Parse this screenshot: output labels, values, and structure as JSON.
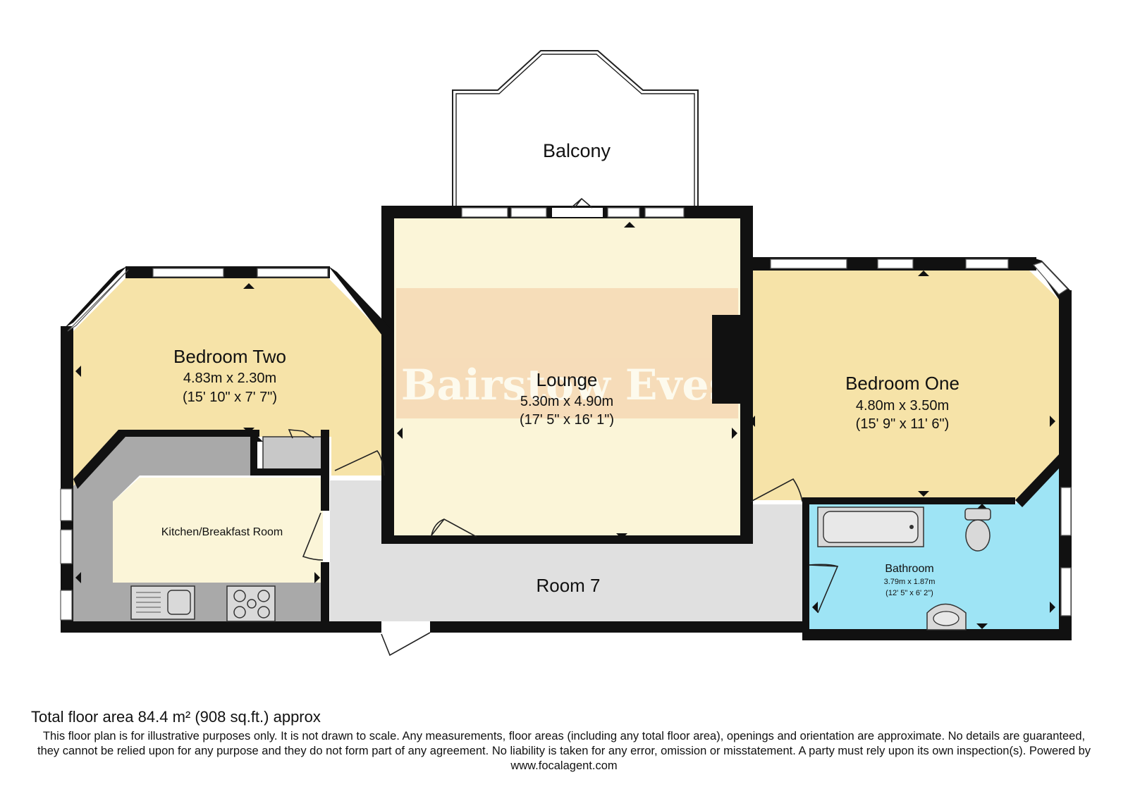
{
  "colors": {
    "wall": "#111111",
    "bedroom_fill": "#f6e3a8",
    "lounge_fill": "#fbf5d8",
    "kitchen_fill": "#fbf5d8",
    "worktop_fill": "#a9a9a9",
    "hall_fill": "#e0e0e0",
    "bathroom_fill": "#9ee4f5",
    "watermark_fill": "#f2c9a0"
  },
  "watermark": {
    "text": "Bairstow Eves"
  },
  "rooms": {
    "balcony": {
      "name": "Balcony"
    },
    "bedroom_two": {
      "name": "Bedroom Two",
      "dim_m": "4.83m x 2.30m",
      "dim_ft": "(15' 10\" x 7' 7\")"
    },
    "lounge": {
      "name": "Lounge",
      "dim_m": "5.30m x 4.90m",
      "dim_ft": "(17' 5\" x 16' 1\")"
    },
    "bedroom_one": {
      "name": "Bedroom One",
      "dim_m": "4.80m x 3.50m",
      "dim_ft": "(15' 9\" x 11' 6\")"
    },
    "kitchen": {
      "name": "Kitchen/Breakfast Room"
    },
    "room7": {
      "name": "Room 7"
    },
    "bathroom": {
      "name": "Bathroom",
      "dim_m": "3.79m x 1.87m",
      "dim_ft": "(12' 5\" x 6' 2\")"
    }
  },
  "footer": {
    "total_area": "Total floor area 84.4 m² (908 sq.ft.) approx",
    "disclaimer": "This floor plan is for illustrative purposes only. It is not drawn to scale. Any measurements, floor areas (including any total floor area), openings and orientation are approximate. No details are guaranteed, they cannot be relied upon for any purpose and they do not form part of any agreement. No liability is taken for any error, omission or misstatement. A party must rely upon its own inspection(s). Powered by www.focalagent.com"
  }
}
